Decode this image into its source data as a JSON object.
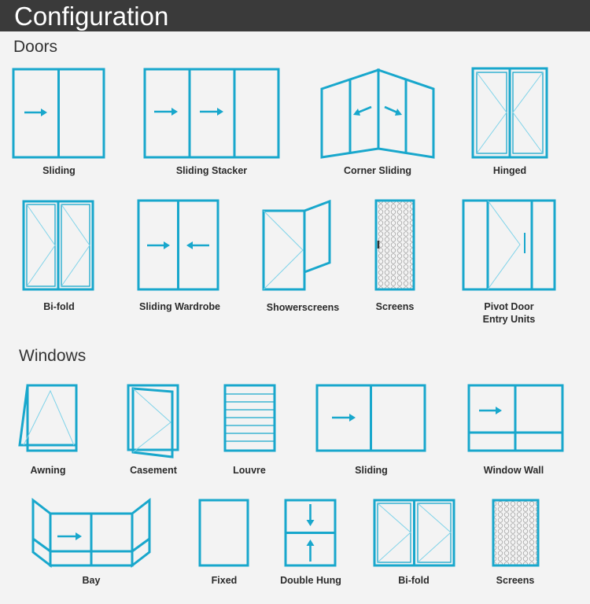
{
  "header": {
    "title": "Configuration"
  },
  "sections": {
    "doors": "Doors",
    "windows": "Windows"
  },
  "doors": [
    {
      "label": "Sliding",
      "icon": "sliding-door-icon"
    },
    {
      "label": "Sliding Stacker",
      "icon": "sliding-stacker-icon"
    },
    {
      "label": "Corner Sliding",
      "icon": "corner-sliding-icon"
    },
    {
      "label": "Hinged",
      "icon": "hinged-door-icon"
    },
    {
      "label": "Bi-fold",
      "icon": "bifold-door-icon"
    },
    {
      "label": "Sliding Wardrobe",
      "icon": "sliding-wardrobe-icon"
    },
    {
      "label": "Showerscreens",
      "icon": "showerscreen-icon"
    },
    {
      "label": "Screens",
      "icon": "screen-door-icon"
    },
    {
      "label": "Pivot Door\nEntry Units",
      "icon": "pivot-door-icon"
    }
  ],
  "windows": [
    {
      "label": "Awning",
      "icon": "awning-window-icon"
    },
    {
      "label": "Casement",
      "icon": "casement-window-icon"
    },
    {
      "label": "Louvre",
      "icon": "louvre-window-icon"
    },
    {
      "label": "Sliding",
      "icon": "sliding-window-icon"
    },
    {
      "label": "Window Wall",
      "icon": "window-wall-icon"
    },
    {
      "label": "Bay",
      "icon": "bay-window-icon"
    },
    {
      "label": "Fixed",
      "icon": "fixed-window-icon"
    },
    {
      "label": "Double Hung",
      "icon": "double-hung-window-icon"
    },
    {
      "label": "Bi-fold",
      "icon": "bifold-window-icon"
    },
    {
      "label": "Screens",
      "icon": "screen-window-icon"
    }
  ],
  "colors": {
    "accent": "#18a7cc",
    "header_bg": "#3a3a3a",
    "background": "#f3f3f3"
  }
}
